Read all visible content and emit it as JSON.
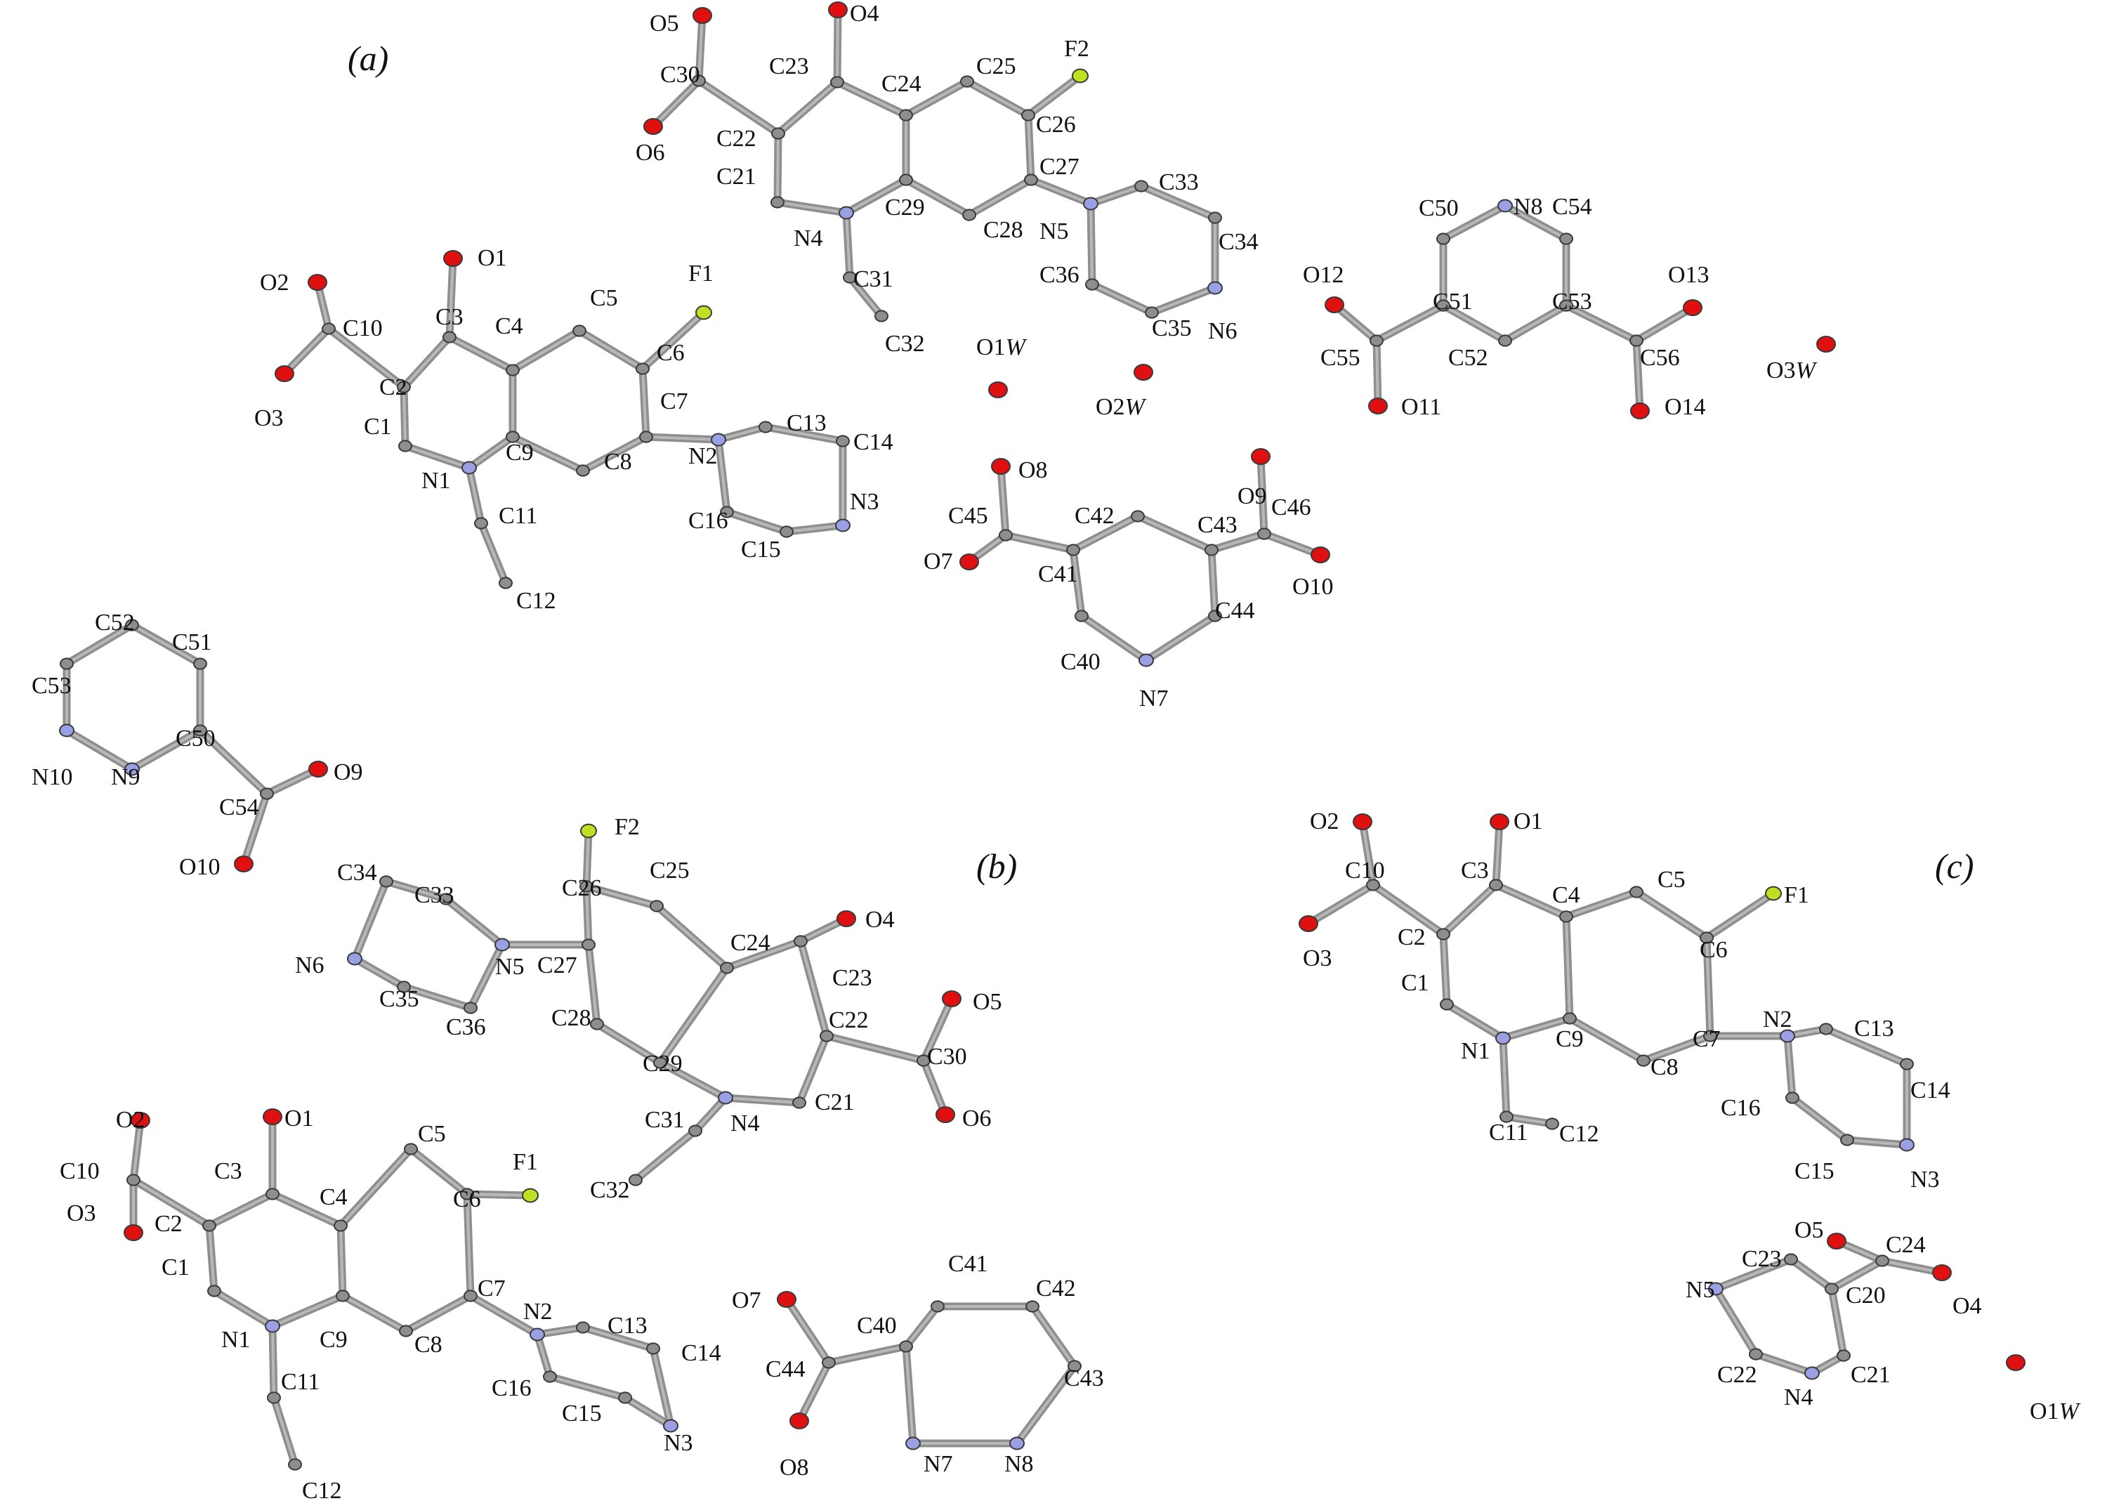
{
  "colors": {
    "carbon": "#8e8e8e",
    "carbon_edge": "#3a3a3a",
    "nitrogen": "#9aa0e4",
    "oxygen": "#e01010",
    "fluorine": "#bde020",
    "hydrogen": "#f2f2f2"
  },
  "panels": [
    {
      "id": "a",
      "label": "(a)"
    },
    {
      "id": "b",
      "label": "(b)"
    },
    {
      "id": "c",
      "label": "(c)"
    }
  ],
  "molecules": [
    {
      "id": "a-nor1",
      "labels": [
        "O1",
        "O2",
        "O3",
        "C1",
        "C2",
        "C3",
        "C4",
        "C5",
        "C6",
        "F1",
        "C7",
        "C8",
        "C9",
        "N1",
        "C10",
        "C11",
        "C12",
        "N2",
        "C13",
        "C14",
        "N3",
        "C15",
        "C16"
      ]
    },
    {
      "id": "a-nor2",
      "labels": [
        "O4",
        "O5",
        "O6",
        "C21",
        "C22",
        "C23",
        "C24",
        "C25",
        "C26",
        "F2",
        "C27",
        "C28",
        "C29",
        "N4",
        "C30",
        "C31",
        "C32",
        "N5",
        "C33",
        "C34",
        "N6",
        "C35",
        "C36"
      ]
    },
    {
      "id": "a-water",
      "labels": [
        "O1W",
        "O2W",
        "O3W"
      ]
    },
    {
      "id": "a-pdc1",
      "labels": [
        "O8",
        "O9",
        "C45",
        "C42",
        "C43",
        "C46",
        "O7",
        "C41",
        "O10",
        "C44",
        "C40",
        "N7"
      ]
    },
    {
      "id": "a-pdc2",
      "labels": [
        "N8",
        "C50",
        "C54",
        "O12",
        "C51",
        "C53",
        "O13",
        "C55",
        "C52",
        "C56",
        "O11",
        "O14"
      ]
    },
    {
      "id": "b-pyridazine-left",
      "labels": [
        "C52",
        "C51",
        "C53",
        "C50",
        "N10",
        "N9",
        "O9",
        "C54",
        "O10"
      ]
    },
    {
      "id": "b-nor2",
      "labels": [
        "F2",
        "C34",
        "C33",
        "C26",
        "C25",
        "N6",
        "N5",
        "C27",
        "C24",
        "O4",
        "C35",
        "C36",
        "C23",
        "C28",
        "O5",
        "C22",
        "C29",
        "C30",
        "N4",
        "C31",
        "C21",
        "O6",
        "C32"
      ]
    },
    {
      "id": "b-nor1",
      "labels": [
        "O2",
        "O1",
        "C5",
        "C10",
        "C3",
        "C4",
        "C6",
        "F1",
        "O3",
        "C2",
        "C1",
        "C7",
        "N2",
        "N1",
        "C9",
        "C13",
        "C8",
        "C14",
        "C11",
        "C16",
        "C15",
        "N3",
        "C12"
      ]
    },
    {
      "id": "b-pyridazine-right",
      "labels": [
        "C41",
        "C42",
        "O7",
        "C40",
        "C44",
        "C43",
        "O8",
        "N7",
        "N8"
      ]
    },
    {
      "id": "c-nor",
      "labels": [
        "O2",
        "O1",
        "C10",
        "C3",
        "C5",
        "F1",
        "C4",
        "O3",
        "C2",
        "C6",
        "C1",
        "C9",
        "N2",
        "C7",
        "C13",
        "N1",
        "C8",
        "C16",
        "C14",
        "C11",
        "C12",
        "C15",
        "N3"
      ]
    },
    {
      "id": "c-pyrazine",
      "labels": [
        "O5",
        "C24",
        "C23",
        "N5",
        "C20",
        "O4",
        "C22",
        "C21",
        "N4",
        "O1W"
      ]
    }
  ]
}
